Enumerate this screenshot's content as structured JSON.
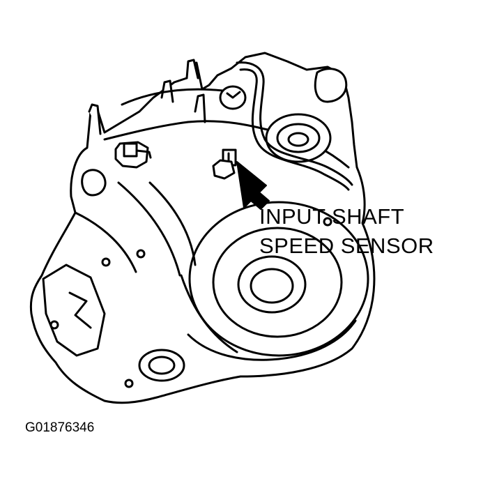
{
  "diagram": {
    "callout": {
      "line1": "INPUT SHAFT",
      "line2": "SPEED SENSOR"
    },
    "figure_id": "G01876346"
  },
  "colors": {
    "stroke": "#000000",
    "fill": "#ffffff"
  }
}
